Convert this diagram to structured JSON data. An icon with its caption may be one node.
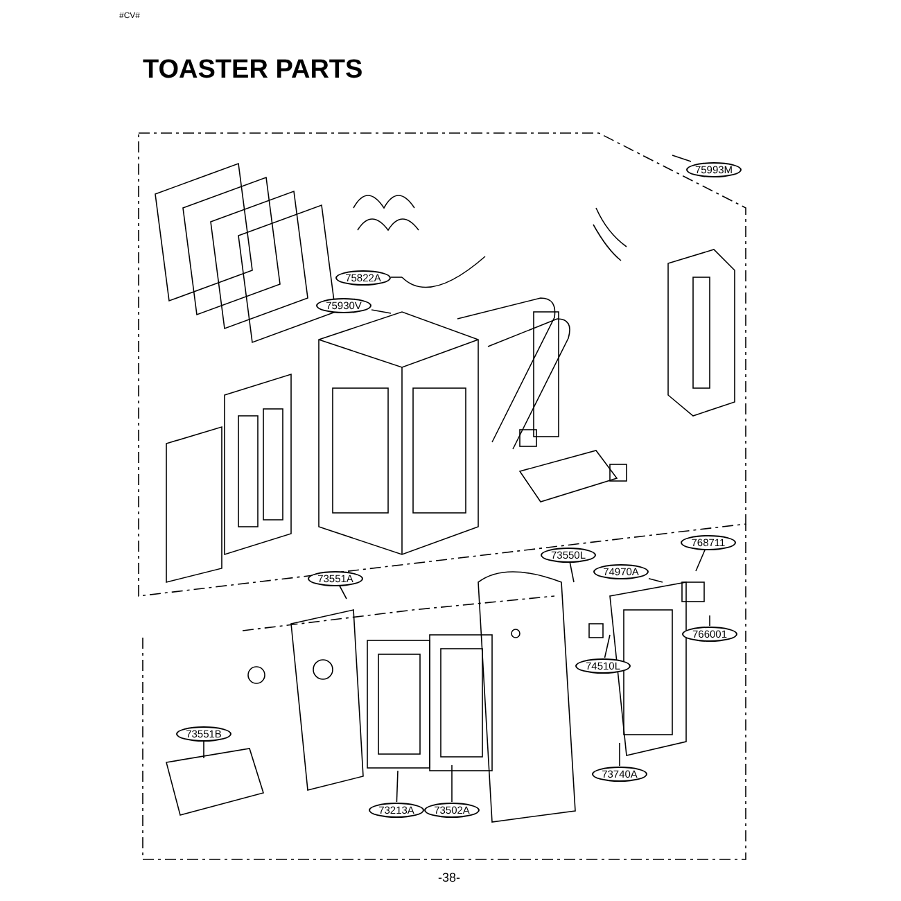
{
  "diagram": {
    "title": "TOASTER PARTS",
    "nodes": [
      {
        "text": [
          "75993M"
        ]
      },
      {
        "text": [
          "75822A"
        ]
      },
      {
        "text": [
          "75930V"
        ]
      },
      {
        "text": [
          "73551A"
        ]
      },
      {
        "text": [
          "73550L"
        ]
      },
      {
        "text": [
          "74970A"
        ]
      },
      {
        "text": [
          "768711"
        ]
      },
      {
        "text": [
          "766001"
        ]
      },
      {
        "text": [
          "74510L"
        ]
      },
      {
        "text": [
          "73740A"
        ]
      },
      {
        "text": [
          "73213A"
        ]
      },
      {
        "text": [
          "73502A"
        ]
      },
      {
        "text": [
          "73551B"
        ]
      }
    ],
    "edges": [
      {
        "from": 0,
        "to": null,
        "arrow": "none"
      },
      {
        "from": 1,
        "to": null,
        "arrow": "none"
      },
      {
        "from": 2,
        "to": null,
        "arrow": "none"
      },
      {
        "from": 3,
        "to": null,
        "arrow": "none"
      },
      {
        "from": 4,
        "to": null,
        "arrow": "none"
      },
      {
        "from": 5,
        "to": null,
        "arrow": "none"
      },
      {
        "from": 6,
        "to": null,
        "arrow": "none"
      },
      {
        "from": 7,
        "to": null,
        "arrow": "none"
      },
      {
        "from": 8,
        "to": null,
        "arrow": "none"
      },
      {
        "from": 9,
        "to": null,
        "arrow": "none"
      },
      {
        "from": 10,
        "to": null,
        "arrow": "none"
      },
      {
        "from": 11,
        "to": null,
        "arrow": "none"
      },
      {
        "from": 12,
        "to": null,
        "arrow": "none"
      }
    ],
    "labels": [
      "#CV#",
      "-38-"
    ]
  }
}
